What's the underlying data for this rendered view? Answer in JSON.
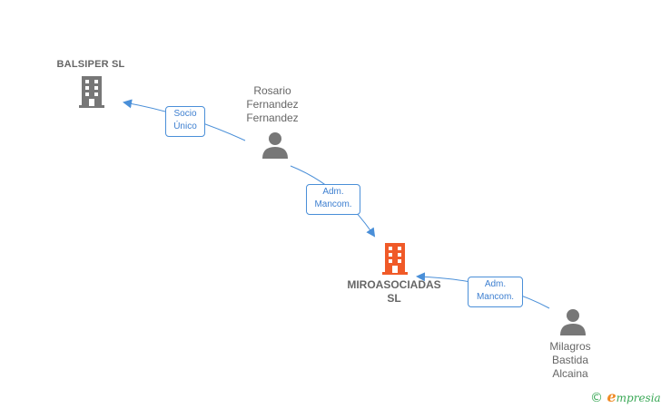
{
  "colors": {
    "edge": "#4a8fd8",
    "company_grey": "#777777",
    "company_focus": "#f05a28",
    "person": "#777777"
  },
  "nodes": {
    "balsiper": {
      "label": "BALSIPER SL",
      "icon": "building-icon"
    },
    "rosario": {
      "label_lines": [
        "Rosario",
        "Fernandez",
        "Fernandez"
      ],
      "icon": "person-icon"
    },
    "miroasociadas": {
      "label_lines": [
        "MIROASOCIADAS",
        "SL"
      ],
      "icon": "building-icon"
    },
    "milagros": {
      "label_lines": [
        "Milagros",
        "Bastida",
        "Alcaina"
      ],
      "icon": "person-icon"
    }
  },
  "edges": {
    "socio_unico": {
      "lines": [
        "Socio",
        "Único"
      ]
    },
    "adm_mancom_1": {
      "lines": [
        "Adm.",
        "Mancom."
      ]
    },
    "adm_mancom_2": {
      "lines": [
        "Adm.",
        "Mancom."
      ]
    }
  },
  "brand": {
    "copyright": "©",
    "initial": "e",
    "rest": "mpresia"
  }
}
